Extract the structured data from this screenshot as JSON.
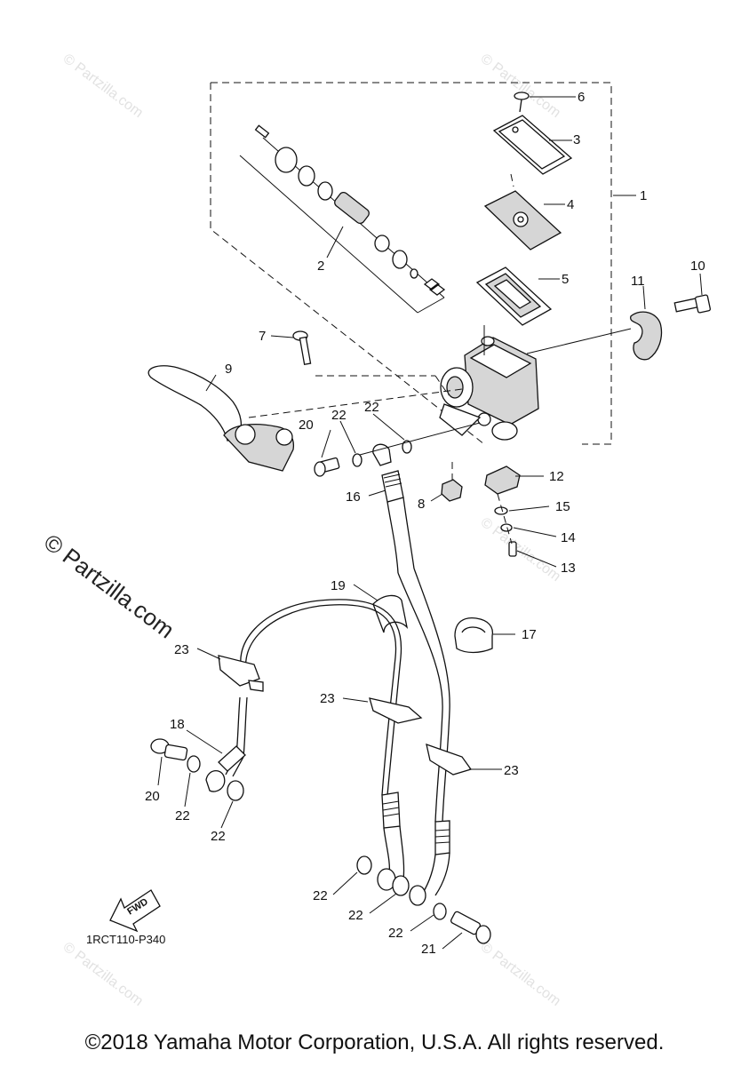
{
  "diagram": {
    "code": "1RCT110-P340",
    "copyright": "©2018 Yamaha Motor Corporation, U.S.A. All rights reserved.",
    "watermark_big": "© Partzilla.com",
    "watermark_small": "© Partzilla.com",
    "fwd_label": "FWD"
  },
  "callouts": {
    "c1": "1",
    "c2": "2",
    "c3": "3",
    "c4": "4",
    "c5": "5",
    "c6": "6",
    "c7": "7",
    "c8": "8",
    "c9": "9",
    "c10": "10",
    "c11": "11",
    "c12": "12",
    "c13": "13",
    "c14": "14",
    "c15": "15",
    "c16": "16",
    "c17": "17",
    "c18": "18",
    "c19": "19",
    "c20a": "20",
    "c20b": "20",
    "c21": "21",
    "c22a": "22",
    "c22b": "22",
    "c22c": "22",
    "c22d": "22",
    "c22e": "22",
    "c22f": "22",
    "c22g": "22",
    "c23a": "23",
    "c23b": "23",
    "c23c": "23"
  }
}
